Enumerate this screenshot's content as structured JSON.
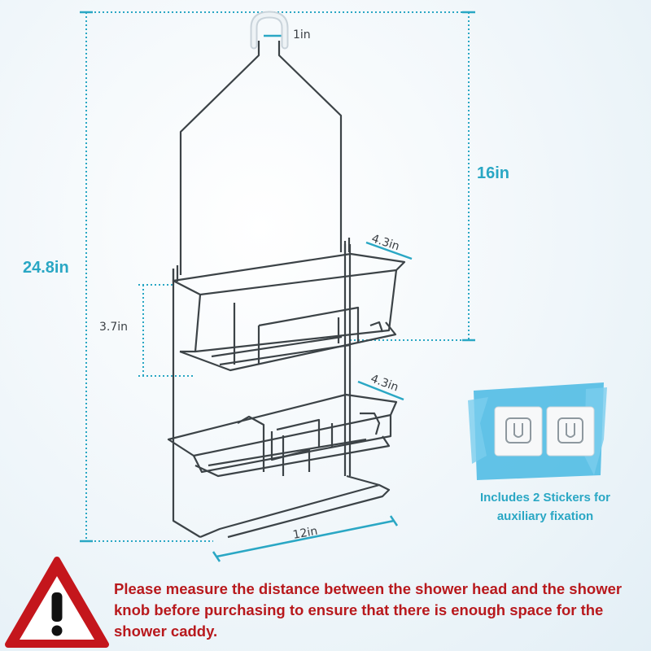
{
  "dimensions": {
    "total_height": "24.8in",
    "hanger_height": "16in",
    "hook_width": "1in",
    "top_basket_depth": "4.3in",
    "bottom_basket_depth": "4.3in",
    "shelf_spacing": "3.7in",
    "width": "12in"
  },
  "stickers": {
    "caption": "Includes 2  Stickers for auxiliary fixation"
  },
  "warning": {
    "text": "Please measure the distance between the shower head and the shower knob before purchasing to ensure that there is enough space for the shower caddy.",
    "icon": "warning-triangle-icon"
  },
  "colors": {
    "accent": "#2aa7c4",
    "warning": "#b8191d",
    "wire": "#3c4347"
  }
}
